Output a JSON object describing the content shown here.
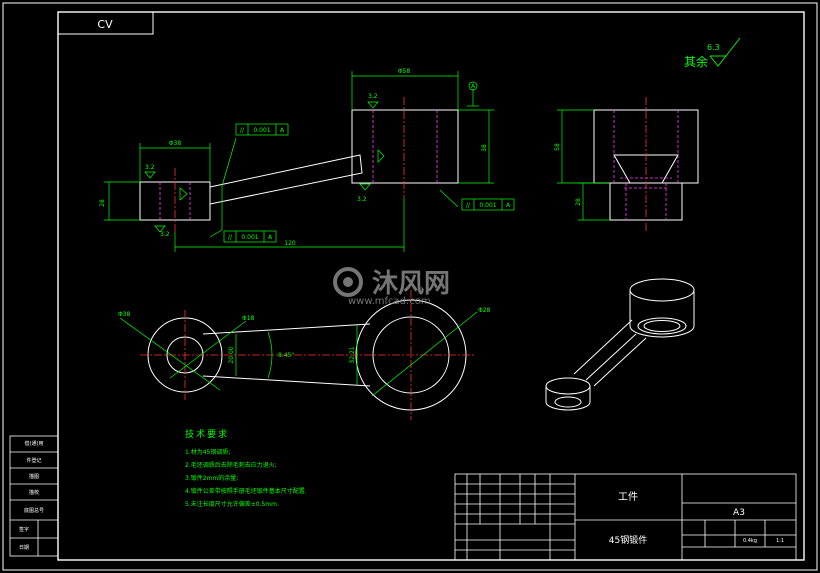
{
  "colors": {
    "background": "#000000",
    "frame": "#ffffff",
    "dimension": "#00ff00",
    "centerline": "#ff3030",
    "hidden": "#ff40ff",
    "text": "#ffffff",
    "annotation": "#00ff00",
    "watermark": "#8a8a8a"
  },
  "corner_code": "CV",
  "surface_finish_note": {
    "label": "其余",
    "value": "6.3"
  },
  "front_view": {
    "roughness_top": "3.2",
    "roughness_left": "3.2",
    "roughness_bottom_left": "3.2",
    "roughness_mid": "3.2",
    "dim_phi38": "Φ38",
    "dim_phi58": "Φ58",
    "dim_28": "28",
    "dim_38": "38",
    "dim_120": "120",
    "datum": "A",
    "tol_1": {
      "symbol": "//",
      "value": "0.001",
      "datum": "A"
    },
    "tol_2": {
      "symbol": "//",
      "value": "0.001",
      "datum": "A"
    },
    "tol_3": {
      "symbol": "//",
      "value": "0.001",
      "datum": "A"
    }
  },
  "side_view": {
    "dim_58": "58",
    "dim_28": "28"
  },
  "top_view": {
    "dim_phi38": "Φ38",
    "dim_phi18": "Φ18",
    "dim_phi28": "Φ28",
    "dim_2000": "20.00",
    "dim_3221": "32.21",
    "angle": "8.45°"
  },
  "tech_requirements": {
    "title": "技术要求",
    "items": [
      "1.材为45钢调质;",
      "2.毛坯调质后去除毛刺去应力退火;",
      "3.锻件2mm的余量;",
      "4.锻件公差带按照手册毛坯锻件基本尺寸配置.",
      "5.未注长度尺寸允许偏差±0.5mm."
    ]
  },
  "title_block": {
    "part_name": "工件",
    "material": "45钢锻件",
    "sheet_size": "A3",
    "mass": "0.4kg",
    "scale": "1:1"
  },
  "left_strip": [
    "借(通)用",
    "件登记",
    "描图",
    "描校",
    "底图总号",
    "签字",
    "日期"
  ],
  "watermark": {
    "brand": "沐风网",
    "url": "www.mfcad.com"
  }
}
